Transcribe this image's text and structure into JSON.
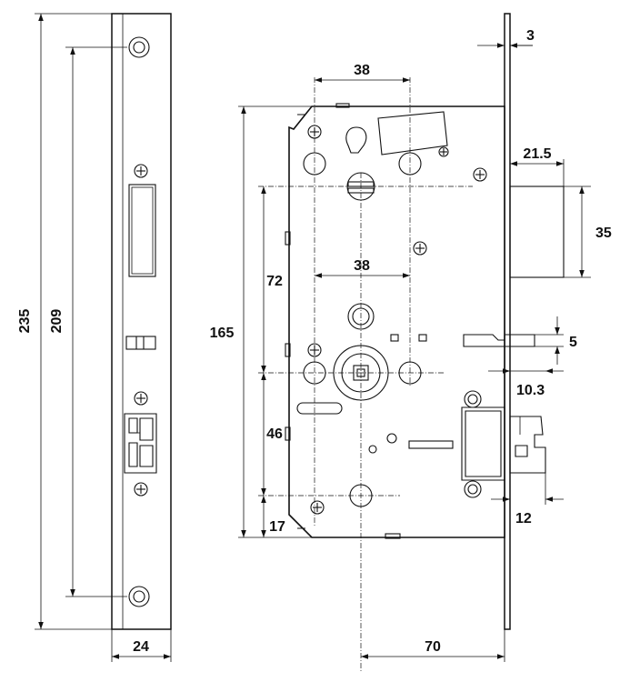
{
  "dimensions": {
    "faceplate_length": "235",
    "screw_spacing": "209",
    "faceplate_width": "24",
    "top_hole_spacing": "38",
    "cylinder_hole_spacing": "38",
    "case_height": "165",
    "spindle_to_top": "72",
    "spindle_to_cylinder": "46",
    "bottom_offset": "17",
    "backset": "70",
    "faceplate_thickness": "3",
    "latch_projection": "21.5",
    "latch_height": "35",
    "deadbolt_thickness": "5",
    "deadbolt_offset": "10.3",
    "bolt_projection": "12"
  }
}
